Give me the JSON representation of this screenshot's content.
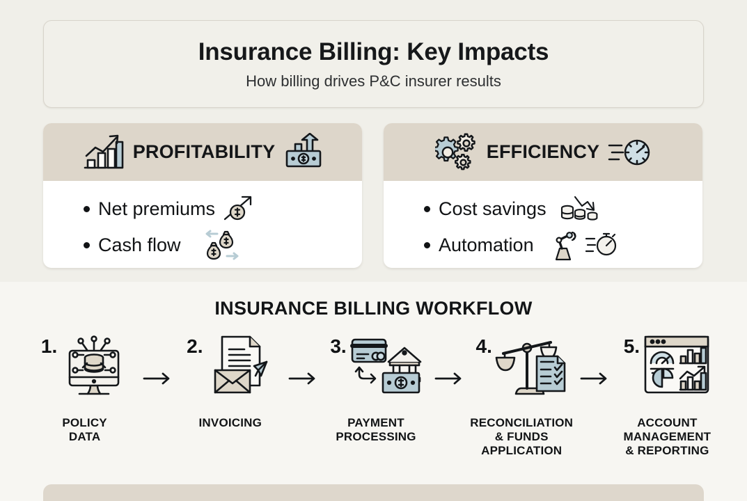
{
  "page": {
    "background_top": "#f0efe9",
    "background_bottom": "#f7f6f2",
    "accent_taupe": "#ddd6ca",
    "accent_blue": "#b7ccd4",
    "ink": "#121416"
  },
  "header": {
    "title": "Insurance Billing: Key Impacts",
    "subtitle": "How billing drives P&C insurer results"
  },
  "impact_cards": [
    {
      "id": "profitability",
      "title": "PROFITABILITY",
      "left_icon": "bar-chart-growth-icon",
      "right_icon": "banknote-up-arrow-icon",
      "bullets": [
        {
          "text": "Net premiums",
          "icon": "coin-rising-arrow-icon"
        },
        {
          "text": "Cash flow",
          "icon": "money-bags-exchange-icon"
        }
      ]
    },
    {
      "id": "efficiency",
      "title": "EFFICIENCY",
      "left_icon": "gears-icon",
      "right_icon": "fast-clock-icon",
      "bullets": [
        {
          "text": "Cost savings",
          "icon": "coin-stacks-declining-icon"
        },
        {
          "text": "Automation",
          "icon": "robot-arm-stopwatch-icon"
        }
      ]
    }
  ],
  "workflow": {
    "title": "INSURANCE BILLING WORKFLOW",
    "arrow_icon": "arrow-right-icon",
    "steps": [
      {
        "number": "1.",
        "label": "POLICY\nDATA",
        "icon": "monitor-database-network-icon"
      },
      {
        "number": "2.",
        "label": "INVOICING",
        "icon": "document-envelope-paperplane-icon"
      },
      {
        "number": "3.",
        "label": "PAYMENT\nPROCESSING",
        "icon": "credit-card-bank-cash-icon"
      },
      {
        "number": "4.",
        "label": "RECONCILIATION\n& FUNDS\nAPPLICATION",
        "icon": "scales-checklist-icon"
      },
      {
        "number": "5.",
        "label": "ACCOUNT\nMANAGEMENT\n& REPORTING",
        "icon": "dashboard-analytics-icon"
      }
    ]
  }
}
